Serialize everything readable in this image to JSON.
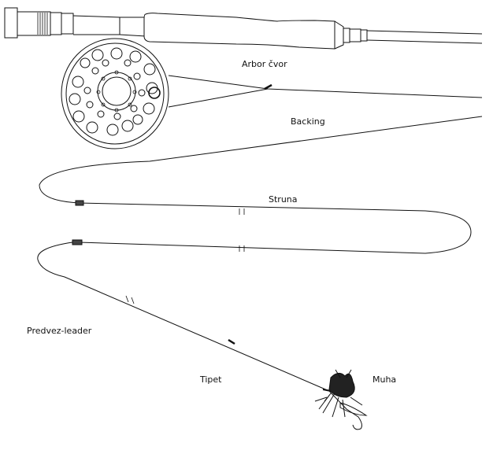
{
  "labels": {
    "arbor_knot": "Arbor čvor",
    "backing": "Backing",
    "fly_line": "Struna",
    "leader": "Predvez-leader",
    "tippet": "Tipet",
    "fly": "Muha"
  },
  "colors": {
    "line": "#111111",
    "background": "#ffffff"
  }
}
